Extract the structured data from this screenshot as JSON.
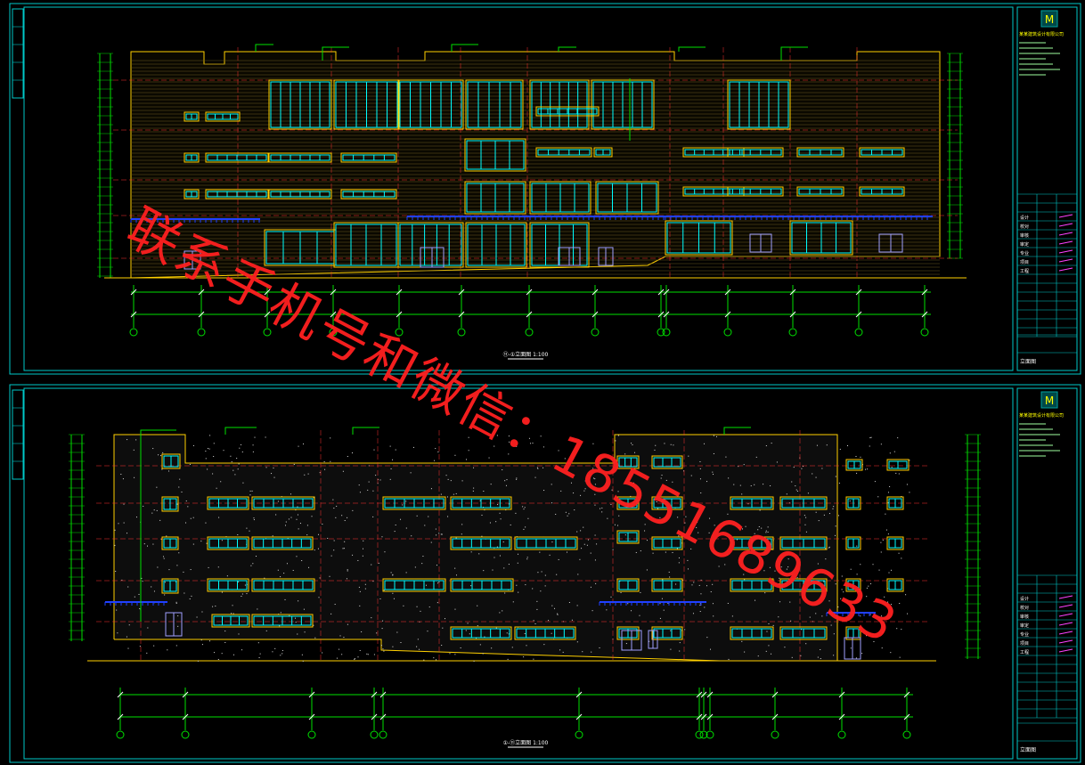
{
  "sheets": [
    {
      "id": "top",
      "elevation_title": "⑪-①立面图",
      "scale": "1:100",
      "title_block": {
        "company": "某某建筑设计有限公司",
        "drawing_name": "立面图",
        "rows": [
          "设计",
          "校对",
          "审核",
          "审定",
          "专业负责",
          "项目负责",
          "工程负责"
        ]
      }
    },
    {
      "id": "bottom",
      "elevation_title": "①-⑪立面图",
      "scale": "1:100",
      "title_block": {
        "company": "某某建筑设计有限公司",
        "drawing_name": "立面图",
        "rows": [
          "设计",
          "校对",
          "审核",
          "审定",
          "专业负责",
          "项目负责",
          "工程负责"
        ]
      }
    }
  ],
  "watermark": "联系手机号和微信：18551689633",
  "colors": {
    "frame": "#00c8c8",
    "wall": "#ffd000",
    "window": "#00ffff",
    "grid": "#00e000",
    "level": "#ff3030",
    "canopy": "#2040ff",
    "watermark": "#ff2020"
  }
}
